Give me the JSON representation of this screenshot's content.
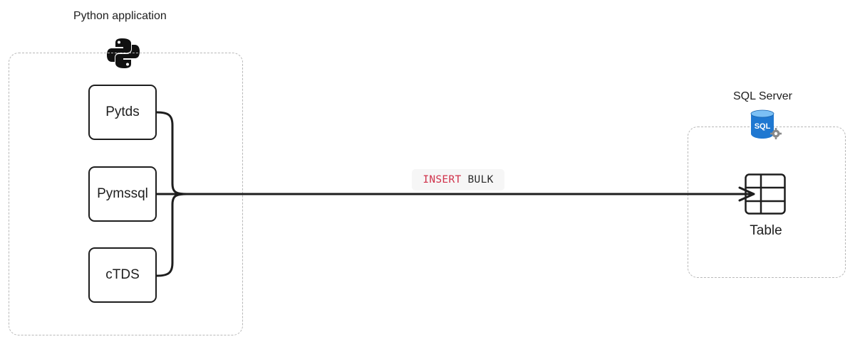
{
  "python_group": {
    "title": "Python application",
    "icon": "python-logo-icon",
    "libraries": [
      "Pytds",
      "Pymssql",
      "cTDS"
    ]
  },
  "connection": {
    "keyword": "INSERT",
    "object": "BULK",
    "keyword_color": "#d0314a"
  },
  "sql_group": {
    "title": "SQL Server",
    "icon": "sql-database-icon",
    "icon_text": "SQL",
    "icon_color": "#1f78d1",
    "table_label": "Table"
  }
}
